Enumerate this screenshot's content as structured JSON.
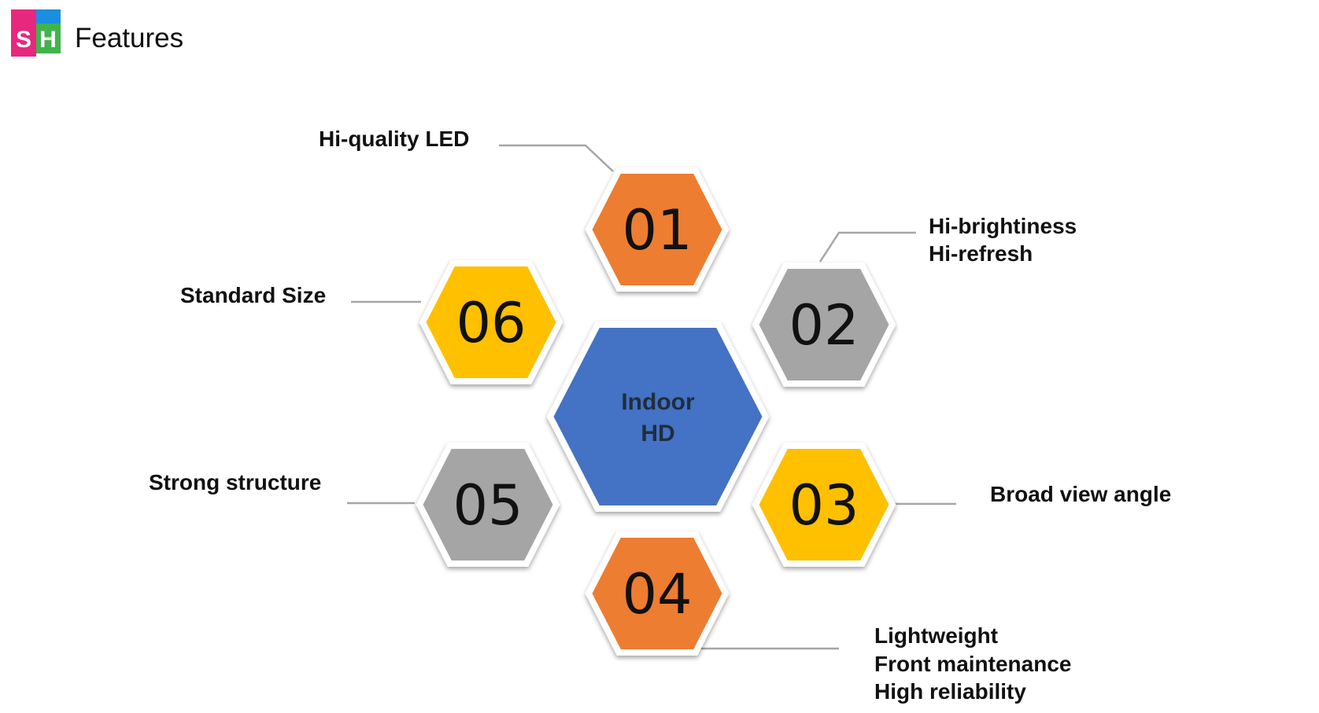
{
  "header": {
    "logo_text_left": "S",
    "logo_text_right": "H",
    "title": "Features"
  },
  "colors": {
    "orange": "#ed7d31",
    "gray": "#a5a5a5",
    "yellow": "#ffc000",
    "blue": "#4472c4",
    "logo_magenta": "#e6287f",
    "logo_blue": "#1a8fe0",
    "logo_green": "#3fb44a"
  },
  "center": {
    "lines": [
      "Indoor",
      "HD"
    ],
    "color": "blue"
  },
  "features": [
    {
      "number": "01",
      "color": "orange",
      "labels": [
        "Hi-quality LED"
      ]
    },
    {
      "number": "02",
      "color": "gray",
      "labels": [
        "Hi-brightiness",
        "Hi-refresh"
      ]
    },
    {
      "number": "03",
      "color": "yellow",
      "labels": [
        "Broad view angle"
      ]
    },
    {
      "number": "04",
      "color": "orange",
      "labels": [
        "Lightweight",
        "Front maintenance",
        "High reliability"
      ]
    },
    {
      "number": "05",
      "color": "gray",
      "labels": [
        "Strong structure"
      ]
    },
    {
      "number": "06",
      "color": "yellow",
      "labels": [
        "Standard Size"
      ]
    }
  ]
}
